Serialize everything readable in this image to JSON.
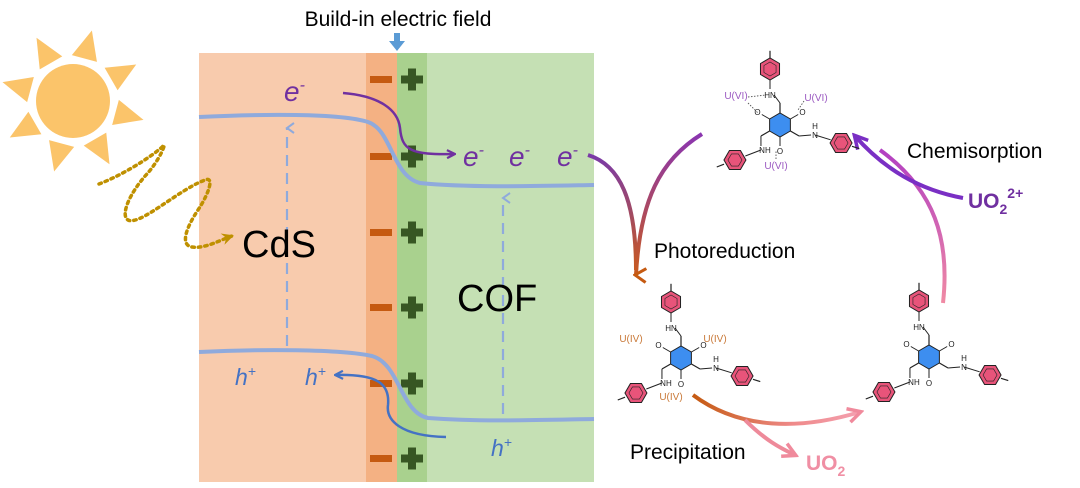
{
  "title": "Build-in electric field",
  "colors": {
    "cds_bg": "#f8cbad",
    "cds_depletion": "#f4b183",
    "cof_depletion": "#a9d18e",
    "cof_bg": "#c5e0b4",
    "minus_sign": "#c55a11",
    "plus_sign": "#375623",
    "band_line": "#8faadc",
    "electron": "#7030a0",
    "hole": "#4472c4",
    "sun": "#fbc46a",
    "light_wave": "#bf9000",
    "field_arrow": "#5b9bd5",
    "u_vi": "#9c5bc2",
    "u_iv": "#c97a3a",
    "uo2": "#ef8fa3",
    "uo2_2plus": "#7030a0",
    "benzene_ring": "#e8547a",
    "core_ring": "#3d8ef0"
  },
  "semiconductors": {
    "left_label": "CdS",
    "right_label": "COF"
  },
  "charges": {
    "minus": "−",
    "plus": "+",
    "count": 6
  },
  "carriers": {
    "electron_cds": "e",
    "electron_sup": "-",
    "electrons_cof": [
      "e",
      "e",
      "e"
    ],
    "holes_cds": [
      "h",
      "h"
    ],
    "hole_cof": "h",
    "hole_sup": "+"
  },
  "cycle": {
    "photoreduction": "Photoreduction",
    "chemisorption": "Chemisorption",
    "precipitation": "Precipitation",
    "uo2_2plus": {
      "base": "UO",
      "sub": "2",
      "sup": "2+"
    },
    "uo2": {
      "base": "UO",
      "sub": "2"
    }
  },
  "molecules": {
    "top": {
      "state_label": "U(VI)",
      "bound_sites": 3
    },
    "bottom_left": {
      "state_label": "U(IV)",
      "bound_sites": 3
    },
    "bottom_right": {
      "state_label": "",
      "bound_sites": 0
    },
    "atom_labels": {
      "o": "O",
      "hn": "HN",
      "nh": "NH",
      "h": "H",
      "n": "N"
    }
  }
}
